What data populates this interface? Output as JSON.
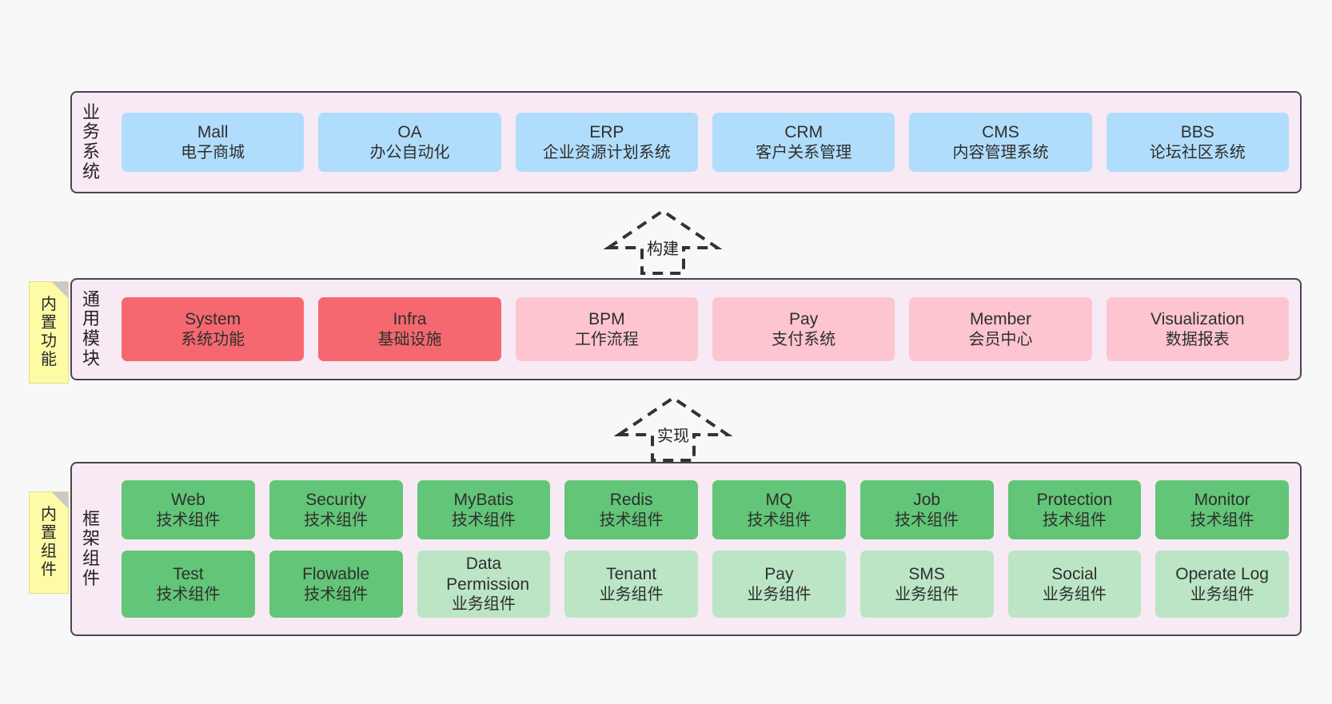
{
  "diagram": {
    "title": "",
    "palette": {
      "band_bg": "#f7eaf4",
      "band_border": "#4b4453",
      "blue": "#b0ddfb",
      "red": "#f5686f",
      "pink": "#fcc5cf",
      "green": "#62c577",
      "light_green": "#bbe5c4",
      "note_bg": "#fdfba6",
      "note_fold": "#c9c9c9",
      "canvas_bg": "#f8f8f8",
      "arrow_stroke": "#333333"
    }
  },
  "layers": [
    {
      "id": "business",
      "label_chars": [
        "业",
        "务",
        "系",
        "统"
      ],
      "rows": [
        [
          {
            "en": "Mall",
            "cn": "电子商城",
            "color": "blue"
          },
          {
            "en": "OA",
            "cn": "办公自动化",
            "color": "blue"
          },
          {
            "en": "ERP",
            "cn": "企业资源计划系统",
            "color": "blue"
          },
          {
            "en": "CRM",
            "cn": "客户关系管理",
            "color": "blue"
          },
          {
            "en": "CMS",
            "cn": "内容管理系统",
            "color": "blue"
          },
          {
            "en": "BBS",
            "cn": "论坛社区系统",
            "color": "blue"
          }
        ]
      ]
    },
    {
      "id": "common-module",
      "label_chars": [
        "通",
        "用",
        "模",
        "块"
      ],
      "rows": [
        [
          {
            "en": "System",
            "cn": "系统功能",
            "color": "red"
          },
          {
            "en": "Infra",
            "cn": "基础设施",
            "color": "red"
          },
          {
            "en": "BPM",
            "cn": "工作流程",
            "color": "pink"
          },
          {
            "en": "Pay",
            "cn": "支付系统",
            "color": "pink"
          },
          {
            "en": "Member",
            "cn": "会员中心",
            "color": "pink"
          },
          {
            "en": "Visualization",
            "cn": "数据报表",
            "color": "pink"
          }
        ]
      ]
    },
    {
      "id": "framework-component",
      "label_chars": [
        "框",
        "架",
        "组",
        "件"
      ],
      "rows": [
        [
          {
            "en": "Web",
            "cn": "技术组件",
            "color": "green"
          },
          {
            "en": "Security",
            "cn": "技术组件",
            "color": "green"
          },
          {
            "en": "MyBatis",
            "cn": "技术组件",
            "color": "green"
          },
          {
            "en": "Redis",
            "cn": "技术组件",
            "color": "green"
          },
          {
            "en": "MQ",
            "cn": "技术组件",
            "color": "green"
          },
          {
            "en": "Job",
            "cn": "技术组件",
            "color": "green"
          },
          {
            "en": "Protection",
            "cn": "技术组件",
            "color": "green"
          },
          {
            "en": "Monitor",
            "cn": "技术组件",
            "color": "green"
          }
        ],
        [
          {
            "en": "Test",
            "cn": "技术组件",
            "color": "green"
          },
          {
            "en": "Flowable",
            "cn": "技术组件",
            "color": "green"
          },
          {
            "en": "Data Permission",
            "cn": "业务组件",
            "color": "light_green"
          },
          {
            "en": "Tenant",
            "cn": "业务组件",
            "color": "light_green"
          },
          {
            "en": "Pay",
            "cn": "业务组件",
            "color": "light_green"
          },
          {
            "en": "SMS",
            "cn": "业务组件",
            "color": "light_green"
          },
          {
            "en": "Social",
            "cn": "业务组件",
            "color": "light_green"
          },
          {
            "en": "Operate Log",
            "cn": "业务组件",
            "color": "light_green"
          }
        ]
      ]
    }
  ],
  "notes": [
    {
      "id": "builtin-function",
      "chars": [
        "内",
        "置",
        "功",
        "能"
      ]
    },
    {
      "id": "builtin-component",
      "chars": [
        "内",
        "置",
        "组",
        "件"
      ]
    }
  ],
  "connectors": [
    {
      "id": "build",
      "label": "构建",
      "style": "dashed-generalization",
      "direction": "up"
    },
    {
      "id": "implement",
      "label": "实现",
      "style": "dashed-generalization",
      "direction": "up"
    }
  ]
}
